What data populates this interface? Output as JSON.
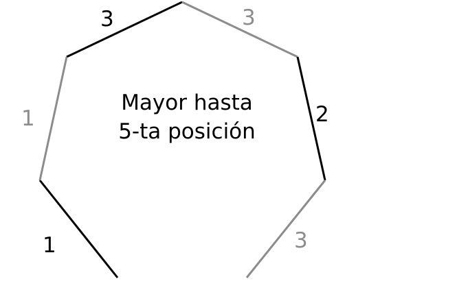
{
  "colors": {
    "dark": "#000000",
    "light": "#8c8c8c"
  },
  "center_text": {
    "line1": "Mayor hasta",
    "line2": "5-ta posición"
  },
  "edges": [
    {
      "label": "3",
      "tone": "dark"
    },
    {
      "label": "3",
      "tone": "light"
    },
    {
      "label": "2",
      "tone": "dark"
    },
    {
      "label": "3",
      "tone": "light"
    },
    {
      "label": "1",
      "tone": "dark"
    },
    {
      "label": "1",
      "tone": "light"
    }
  ]
}
